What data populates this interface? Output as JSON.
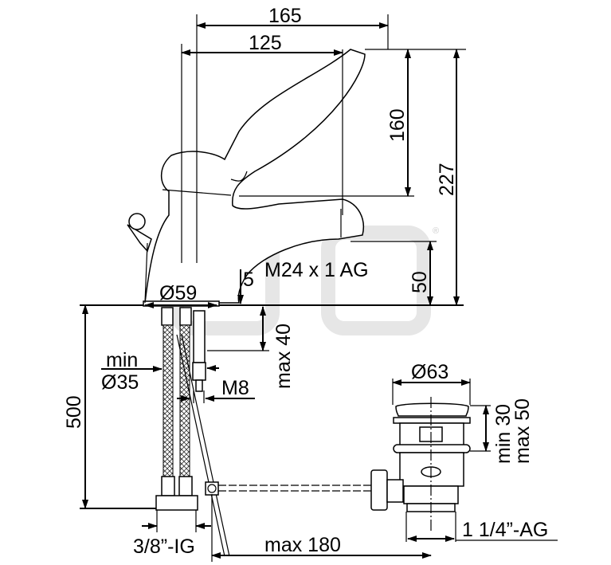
{
  "title": "Faucet and drain installation dimensions",
  "watermark": "®",
  "dimensions": {
    "width_total": "165",
    "width_spout": "125",
    "height_handle": "160",
    "height_total": "227",
    "height_spout": "50",
    "thread_spout": "M24 x 1 AG",
    "base_offset": "5",
    "base_diameter": "Ø59",
    "deck_thickness": "max 40",
    "hole_min_label": "min",
    "hole_min_value": "Ø35",
    "stud_thread": "M8",
    "hose_length": "500",
    "hose_connection": "3/8”-IG",
    "rod_length": "max 180",
    "drain_diameter": "Ø63",
    "drain_min": "min 30",
    "drain_max": "max 50",
    "drain_thread": "1 1/4”-AG"
  }
}
